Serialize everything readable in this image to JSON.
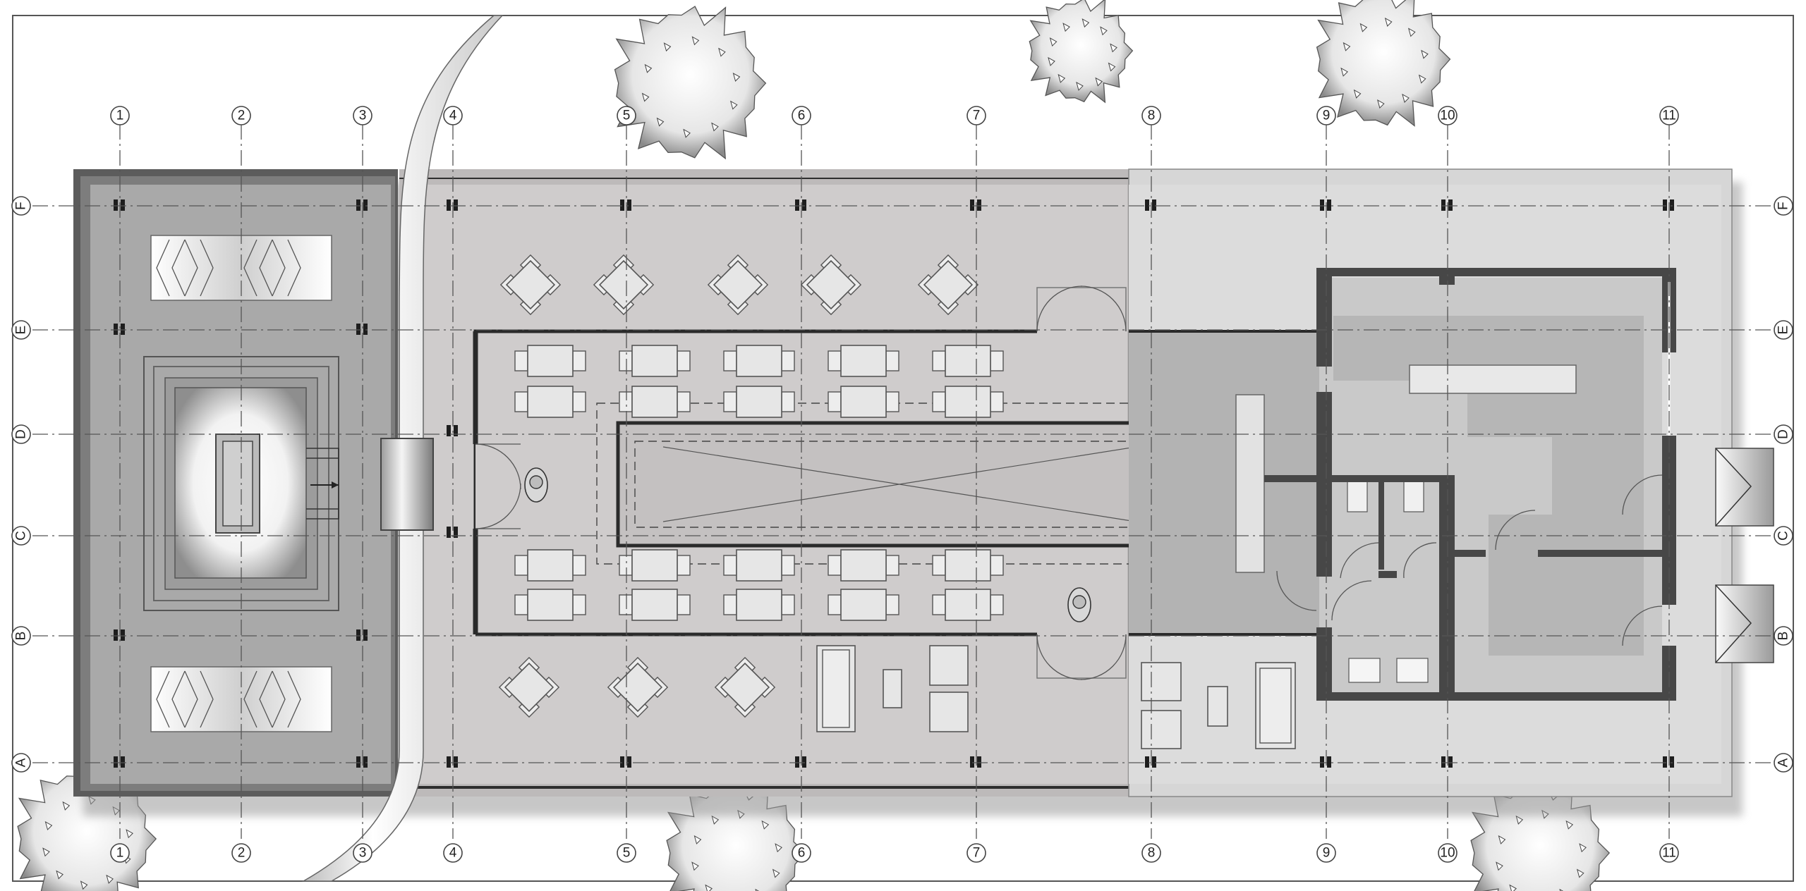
{
  "drawing": {
    "type": "architectural floor plan",
    "frame_color": "#555555"
  },
  "grid": {
    "columns": [
      "1",
      "2",
      "3",
      "4",
      "5",
      "6",
      "7",
      "8",
      "9",
      "10",
      "11"
    ],
    "rows": [
      "F",
      "E",
      "D",
      "C",
      "B",
      "A"
    ]
  },
  "colors": {
    "pavilion_floor": "#a9a9a9",
    "dining_terrace": "#cfcccc",
    "service_deck": "#dcdcdc",
    "interior": "#b9b9b9",
    "walls": "#474747"
  }
}
